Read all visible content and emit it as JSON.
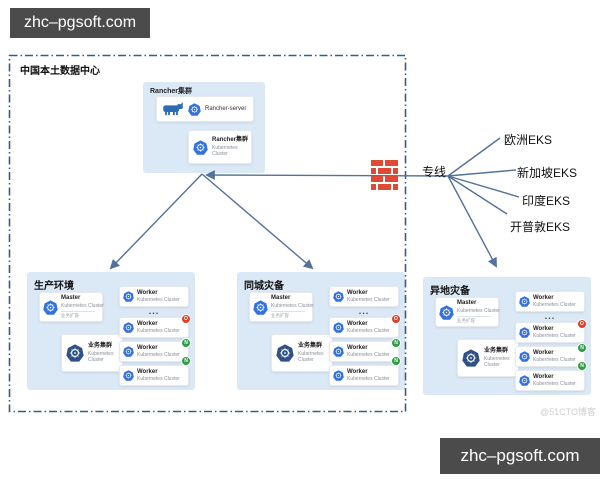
{
  "banners": {
    "top": "zhc–pgsoft.com",
    "bottom": "zhc–pgsoft.com"
  },
  "watermark": "@51CTO博客",
  "datacenter_title": "中国本土数据中心",
  "rancher": {
    "panel_title": "Rancher集群",
    "server_label": "Rancher-server",
    "cluster": {
      "title": "Rancher集群",
      "sub1": "Kubernetes",
      "sub2": "Cluster"
    }
  },
  "env": {
    "master": {
      "title": "Master",
      "subtitle": "Kubernetes Cluster",
      "note": "业务扩容"
    },
    "business": {
      "title": "业务集群",
      "sub1": "Kubernetes",
      "sub2": "Cluster"
    },
    "worker": {
      "title": "Worker",
      "subtitle": "Kubernetes Cluster"
    },
    "ellipsis": "...",
    "badges": {
      "red": "O",
      "green": "N"
    }
  },
  "environments": [
    {
      "title": "生产环境"
    },
    {
      "title": "同城灾备"
    },
    {
      "title": "异地灾备"
    }
  ],
  "network": {
    "label": "专线",
    "eks": [
      {
        "label": "欧洲EKS"
      },
      {
        "label": "新加坡EKS"
      },
      {
        "label": "印度EKS"
      },
      {
        "label": "开普敦EKS"
      }
    ]
  },
  "colors": {
    "panel_bg": "#dbe8f6",
    "k8s_blue": "#3371e3",
    "k8s_dark": "#2d5086",
    "rancher_blue": "#2d6cb5",
    "line": "#54719c",
    "dash_border": "#3d5a80",
    "badge_red": "#dd4126",
    "badge_green": "#2f9e44",
    "firewall_red": "#e04a35",
    "banner_bg": "#4b4b4b"
  }
}
